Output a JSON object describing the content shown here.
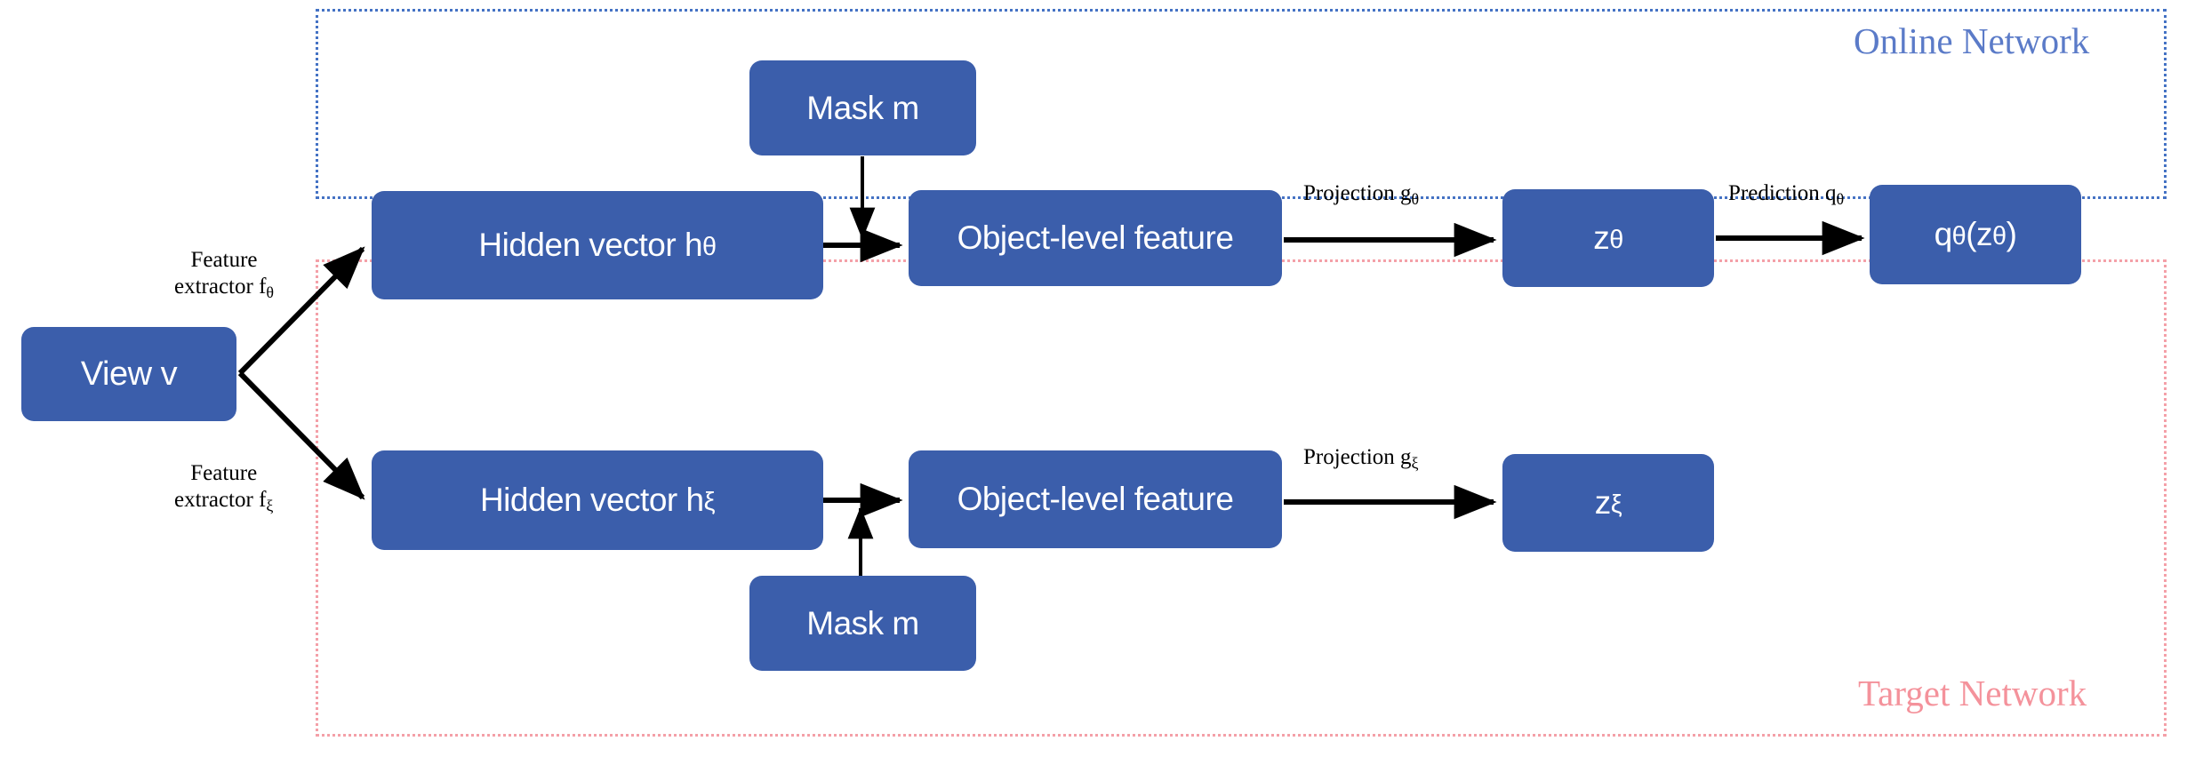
{
  "diagram": {
    "title": "Online / Target network object-level BYOL architecture",
    "colors": {
      "node_fill": "#3B5EAB",
      "node_text": "#FFFFFF",
      "online_border": "#4472C4",
      "online_label": "#5B7BC8",
      "target_border": "#F4A0A8",
      "target_label": "#F4929B",
      "arrow": "#000000",
      "background": "#FFFFFF"
    },
    "groups": [
      {
        "id": "online",
        "label": "Online Network"
      },
      {
        "id": "target",
        "label": "Target Network"
      }
    ],
    "nodes": {
      "view": {
        "text": "View v"
      },
      "hidden_top": {
        "text": "Hidden vector h",
        "subscript": "θ"
      },
      "mask_top": {
        "text": "Mask m"
      },
      "objfeat_top": {
        "text": "Object-level feature"
      },
      "z_theta": {
        "text": "z",
        "subscript": "θ"
      },
      "q_theta": {
        "text": "q",
        "subscript": "θ",
        "suffix": "(z",
        "suffix_sub": "θ",
        "suffix_end": ")"
      },
      "hidden_bot": {
        "text": "Hidden vector h",
        "subscript": "ξ"
      },
      "mask_bot": {
        "text": "Mask m"
      },
      "objfeat_bot": {
        "text": "Object-level feature"
      },
      "z_xi": {
        "text": "z",
        "subscript": "ξ"
      }
    },
    "edge_labels": {
      "feature_extractor_theta_line1": "Feature",
      "feature_extractor_theta_line2": "extractor f",
      "feature_extractor_theta_sub": "θ",
      "feature_extractor_xi_line1": "Feature",
      "feature_extractor_xi_line2": "extractor f",
      "feature_extractor_xi_sub": "ξ",
      "projection_theta": "Projection g",
      "projection_theta_sub": "θ",
      "prediction_theta": "Prediction q",
      "prediction_theta_sub": "θ",
      "projection_xi": "Projection g",
      "projection_xi_sub": "ξ"
    }
  }
}
